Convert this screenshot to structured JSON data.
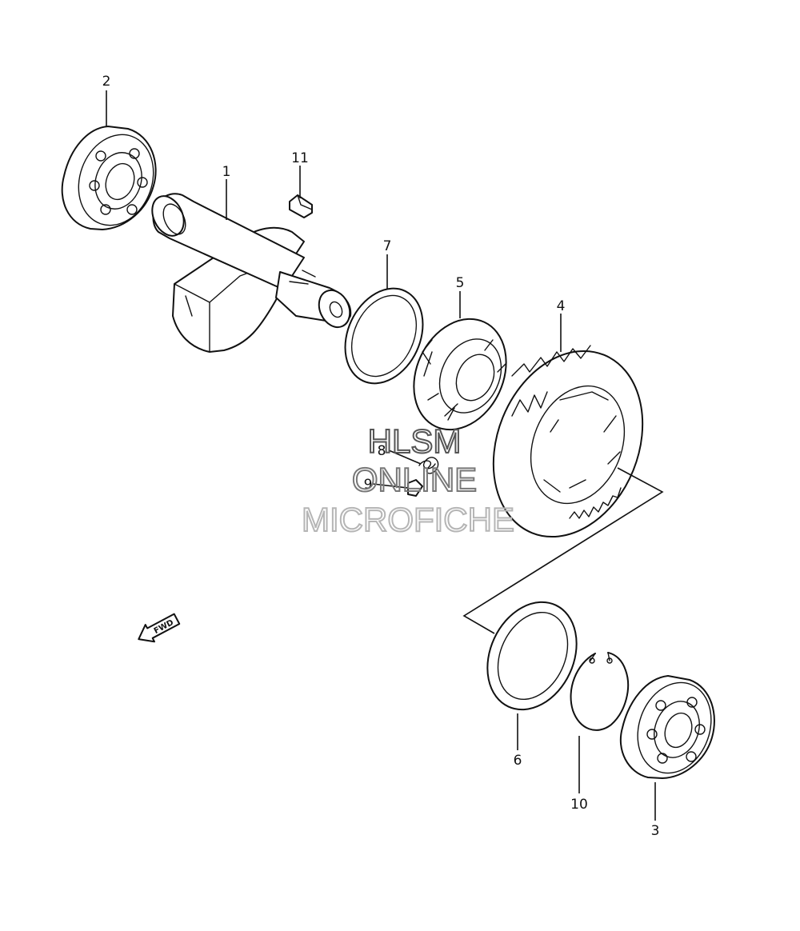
{
  "callouts": {
    "c1": "1",
    "c2": "2",
    "c3": "3",
    "c4": "4",
    "c5": "5",
    "c6": "6",
    "c7": "7",
    "c8": "8",
    "c9": "9",
    "c10": "10",
    "c11": "11"
  },
  "direction_arrow": {
    "label": "FWD",
    "icon": "fwd-arrow-icon"
  },
  "watermark": {
    "line1": "HLSM",
    "line2": "ONLINE",
    "line3": "MICROFICHE"
  },
  "colors": {
    "line": "#111111",
    "background": "#ffffff",
    "watermark_dark": "#555555",
    "watermark_light": "#b5b5b5"
  }
}
